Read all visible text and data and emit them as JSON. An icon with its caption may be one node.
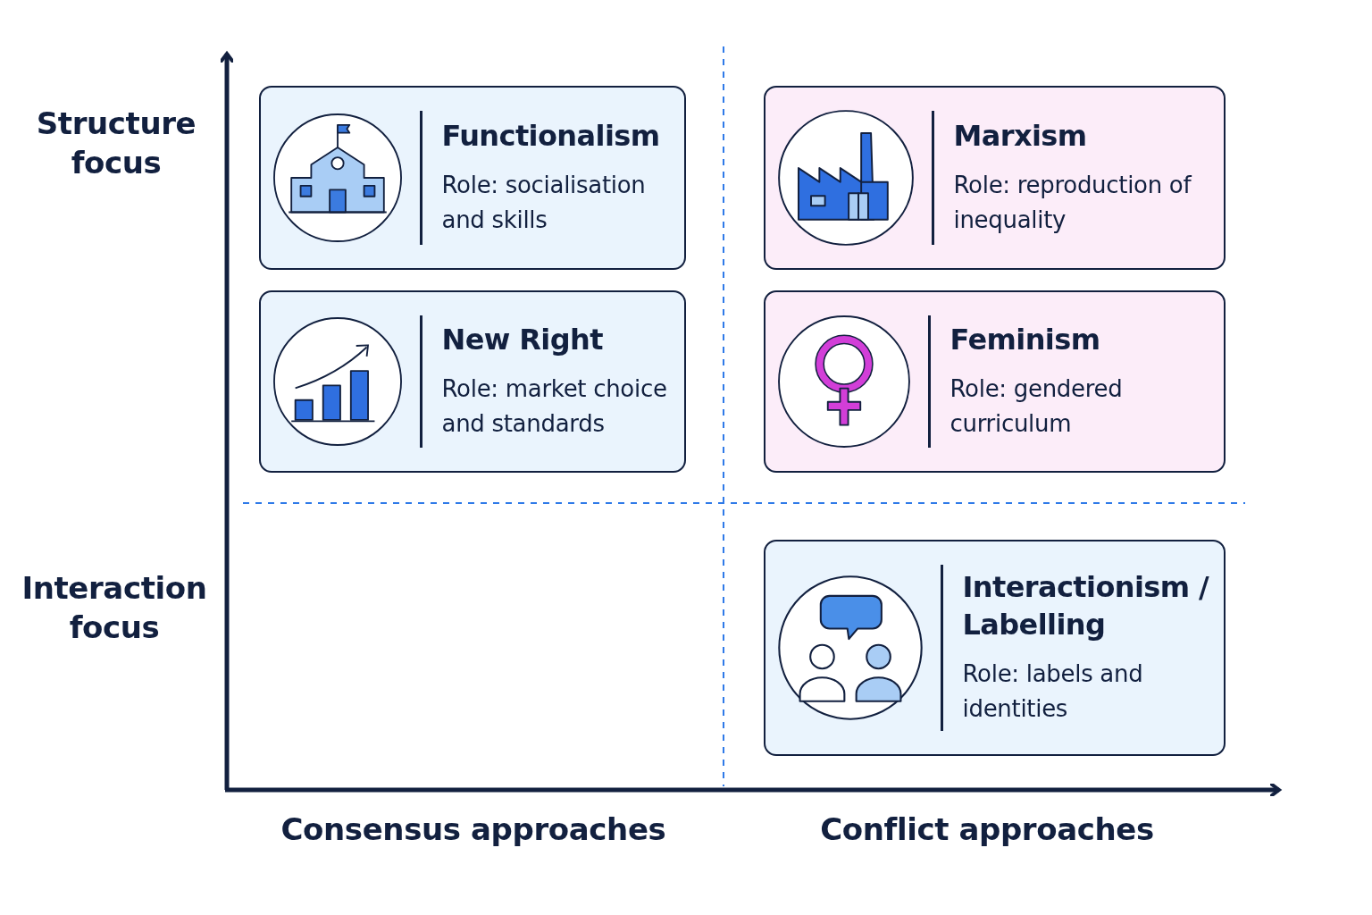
{
  "diagram": {
    "nodes": [
      {
        "text": [
          "Functionalism",
          "Role: socialisation and skills"
        ]
      },
      {
        "text": [
          "New Right",
          "Role: market choice and standards"
        ]
      },
      {
        "text": [
          "Marxism",
          "Role: reproduction of inequality"
        ]
      },
      {
        "text": [
          "Feminism",
          "Role: gendered curriculum"
        ]
      },
      {
        "text": [
          "Interactionism / Labelling",
          "Role: labels and identities"
        ]
      }
    ],
    "labels": [
      "Structure focus",
      "Interaction focus",
      "Consensus approaches",
      "Conflict approaches"
    ]
  }
}
